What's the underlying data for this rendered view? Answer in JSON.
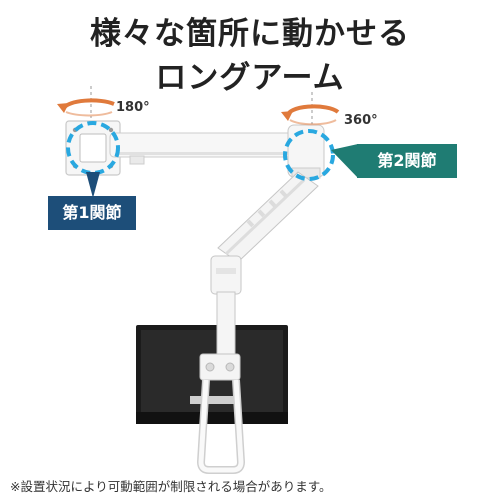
{
  "headline": {
    "line1": "様々な箇所に動かせる",
    "line2": "ロングアーム"
  },
  "rotation_labels": {
    "joint1": "180°",
    "joint2": "360°"
  },
  "badges": {
    "joint1": "第1関節",
    "joint2": "第2関節"
  },
  "footnote": "※設置状況により可動範囲が制限される場合があります。",
  "colors": {
    "joint1_badge": "#1d4e79",
    "joint2_badge": "#1f7c73",
    "rotation_arrow": "#e07a3c",
    "joint_highlight": "#29a8e0"
  }
}
